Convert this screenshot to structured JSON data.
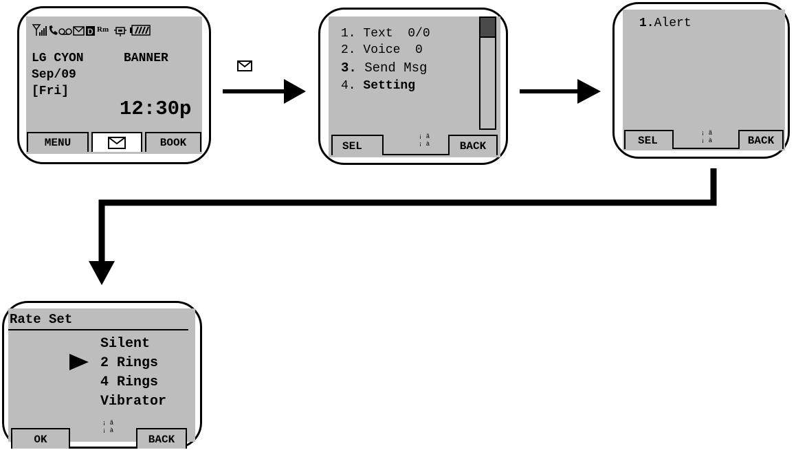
{
  "screen1": {
    "status_roaming": "Rm",
    "status_digital": "D",
    "line1_left": "LG CYON",
    "line1_right": "BANNER",
    "date": "Sep/09",
    "day": "[Fri]",
    "time": "12:30p",
    "soft_left": "MENU",
    "soft_right": "BOOK"
  },
  "screen2": {
    "items": [
      {
        "num": "1.",
        "label": "Text  0/0"
      },
      {
        "num": "2.",
        "label": "Voice  0"
      },
      {
        "num": "3.",
        "label": "Send Msg"
      },
      {
        "num": "4.",
        "label": "Setting"
      }
    ],
    "soft_left": "SEL",
    "soft_mid_top": "¡ ã",
    "soft_mid_bottom": "¡ à",
    "soft_right": "BACK"
  },
  "screen3": {
    "item_num": "1.",
    "item_label": "Alert",
    "soft_left": "SEL",
    "soft_mid_top": "¡ ã",
    "soft_mid_bottom": "¡ à",
    "soft_right": "BACK"
  },
  "screen4": {
    "title": "Rate Set",
    "options": [
      "Silent",
      "2 Rings",
      "4 Rings",
      "Vibrator"
    ],
    "selected_index": 1,
    "soft_left": "OK",
    "soft_mid_top": "¡ ã",
    "soft_mid_bottom": "¡ à",
    "soft_right": "BACK"
  },
  "colors": {
    "lcd": "#bdbdbd",
    "outline": "#000000",
    "scroll_thumb": "#4a4a4a"
  }
}
